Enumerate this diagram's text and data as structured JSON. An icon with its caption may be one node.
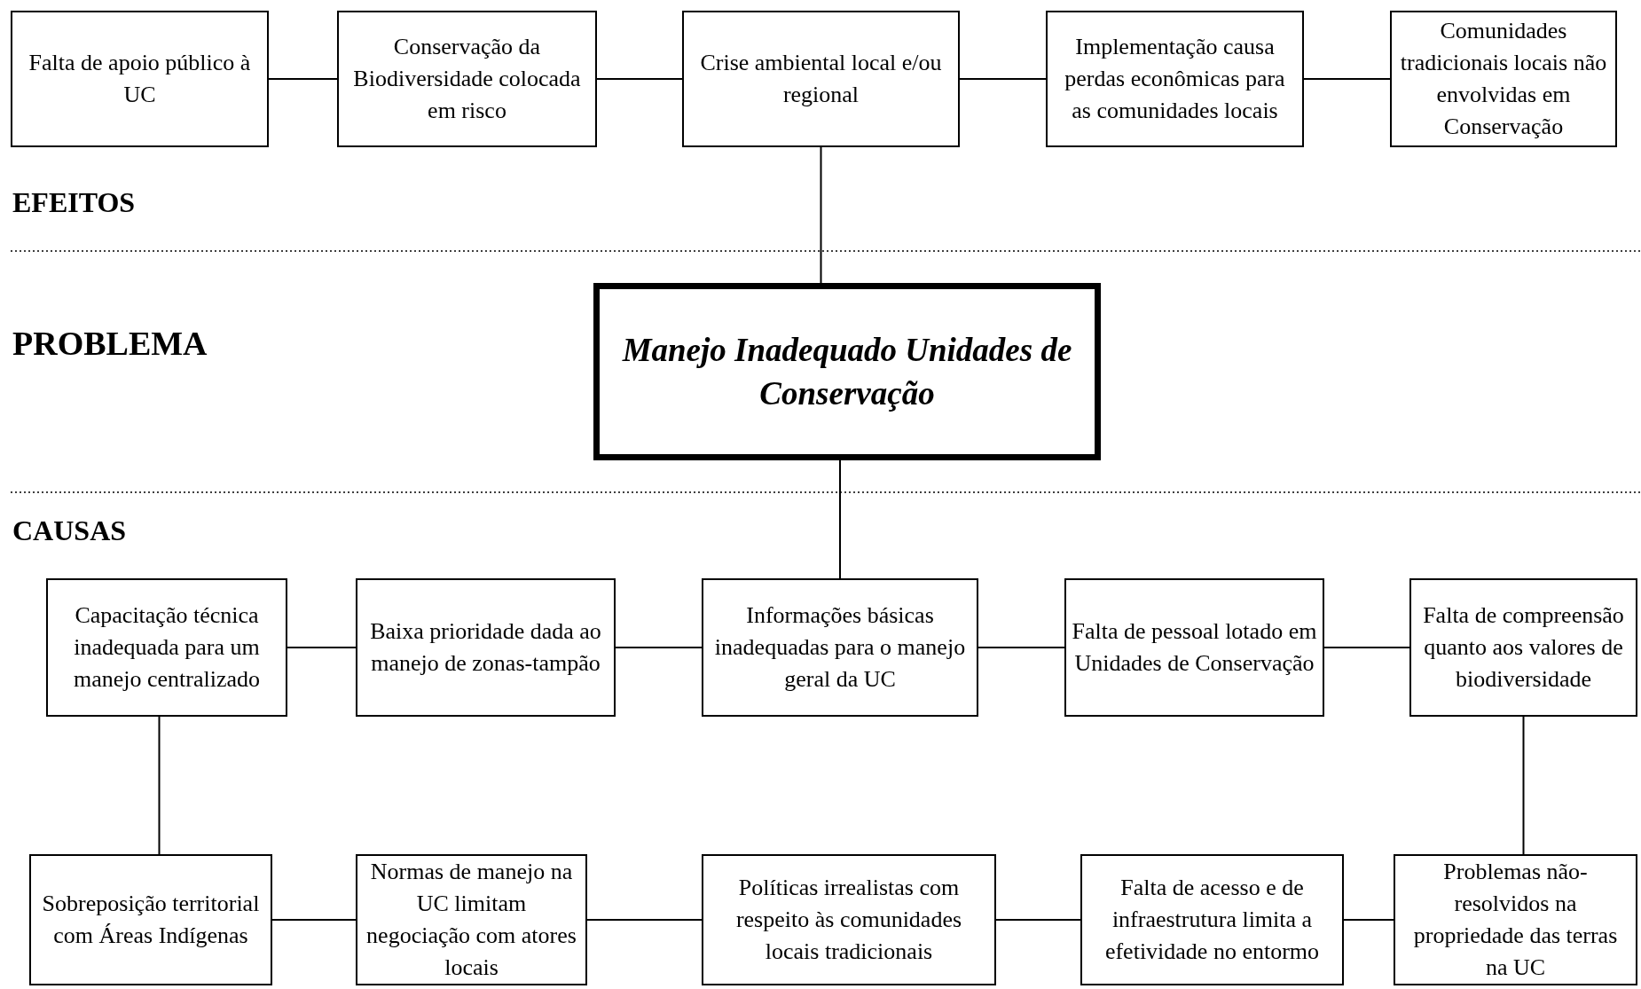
{
  "diagram": {
    "nodes": [
      {
        "text": [
          "Falta de apoio público à UC"
        ]
      },
      {
        "text": [
          "Conservação da Biodiversidade colocada em risco"
        ]
      },
      {
        "text": [
          "Crise ambiental local e/ou regional"
        ]
      },
      {
        "text": [
          "Implementação causa perdas econômicas para as comunidades locais"
        ]
      },
      {
        "text": [
          "Comunidades tradicionais locais não envolvidas em Conservação"
        ]
      },
      {
        "text": [
          "Manejo Inadequado Unidades de Conservação"
        ]
      },
      {
        "text": [
          "Capacitação técnica inadequada para um manejo centralizado"
        ]
      },
      {
        "text": [
          "Baixa prioridade dada ao manejo de zonas-tampão"
        ]
      },
      {
        "text": [
          "Informações básicas inadequadas para o manejo geral da UC"
        ]
      },
      {
        "text": [
          "Falta de pessoal lotado em Unidades de Conservação"
        ]
      },
      {
        "text": [
          "Falta de compreensão quanto aos valores de biodiversidade"
        ]
      },
      {
        "text": [
          "Sobreposição territorial com Áreas Indígenas"
        ]
      },
      {
        "text": [
          "Normas de manejo na UC limitam negociação com atores locais"
        ]
      },
      {
        "text": [
          "Políticas irrealistas com respeito às comunidades locais tradicionais"
        ]
      },
      {
        "text": [
          "Falta de acesso e de infraestrutura limita a efetividade no entormo"
        ]
      },
      {
        "text": [
          "Problemas não-resolvidos na propriedade das terras na UC"
        ]
      }
    ],
    "edges": [
      {
        "from": 0,
        "to": 1,
        "arrow": "none"
      },
      {
        "from": 1,
        "to": 2,
        "arrow": "none"
      },
      {
        "from": 2,
        "to": 3,
        "arrow": "none"
      },
      {
        "from": 3,
        "to": 4,
        "arrow": "none"
      },
      {
        "from": 2,
        "to": 5,
        "arrow": "none"
      },
      {
        "from": 5,
        "to": 8,
        "arrow": "none"
      },
      {
        "from": 6,
        "to": 7,
        "arrow": "none"
      },
      {
        "from": 7,
        "to": 8,
        "arrow": "none"
      },
      {
        "from": 8,
        "to": 9,
        "arrow": "none"
      },
      {
        "from": 9,
        "to": 10,
        "arrow": "none"
      },
      {
        "from": 6,
        "to": 11,
        "arrow": "none"
      },
      {
        "from": 10,
        "to": 15,
        "arrow": "none"
      },
      {
        "from": 11,
        "to": 12,
        "arrow": "none"
      },
      {
        "from": 12,
        "to": 13,
        "arrow": "none"
      },
      {
        "from": 13,
        "to": 14,
        "arrow": "none"
      },
      {
        "from": 14,
        "to": 15,
        "arrow": "none"
      }
    ],
    "labels": [
      "EFEITOS",
      "PROBLEMA",
      "CAUSAS"
    ]
  }
}
